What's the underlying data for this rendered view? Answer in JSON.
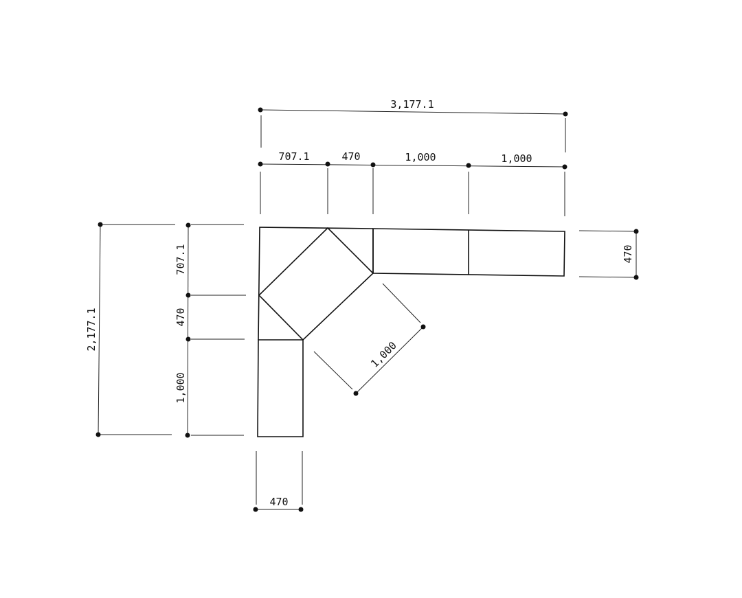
{
  "dimensions": {
    "overall_width": "3,177.1",
    "top_segments": [
      "707.1",
      "470",
      "1,000",
      "1,000"
    ],
    "overall_height": "2,177.1",
    "left_segments": [
      "707.1",
      "470",
      "1,000"
    ],
    "right_depth": "470",
    "bottom_depth": "470",
    "diagonal_length": "1,000"
  }
}
